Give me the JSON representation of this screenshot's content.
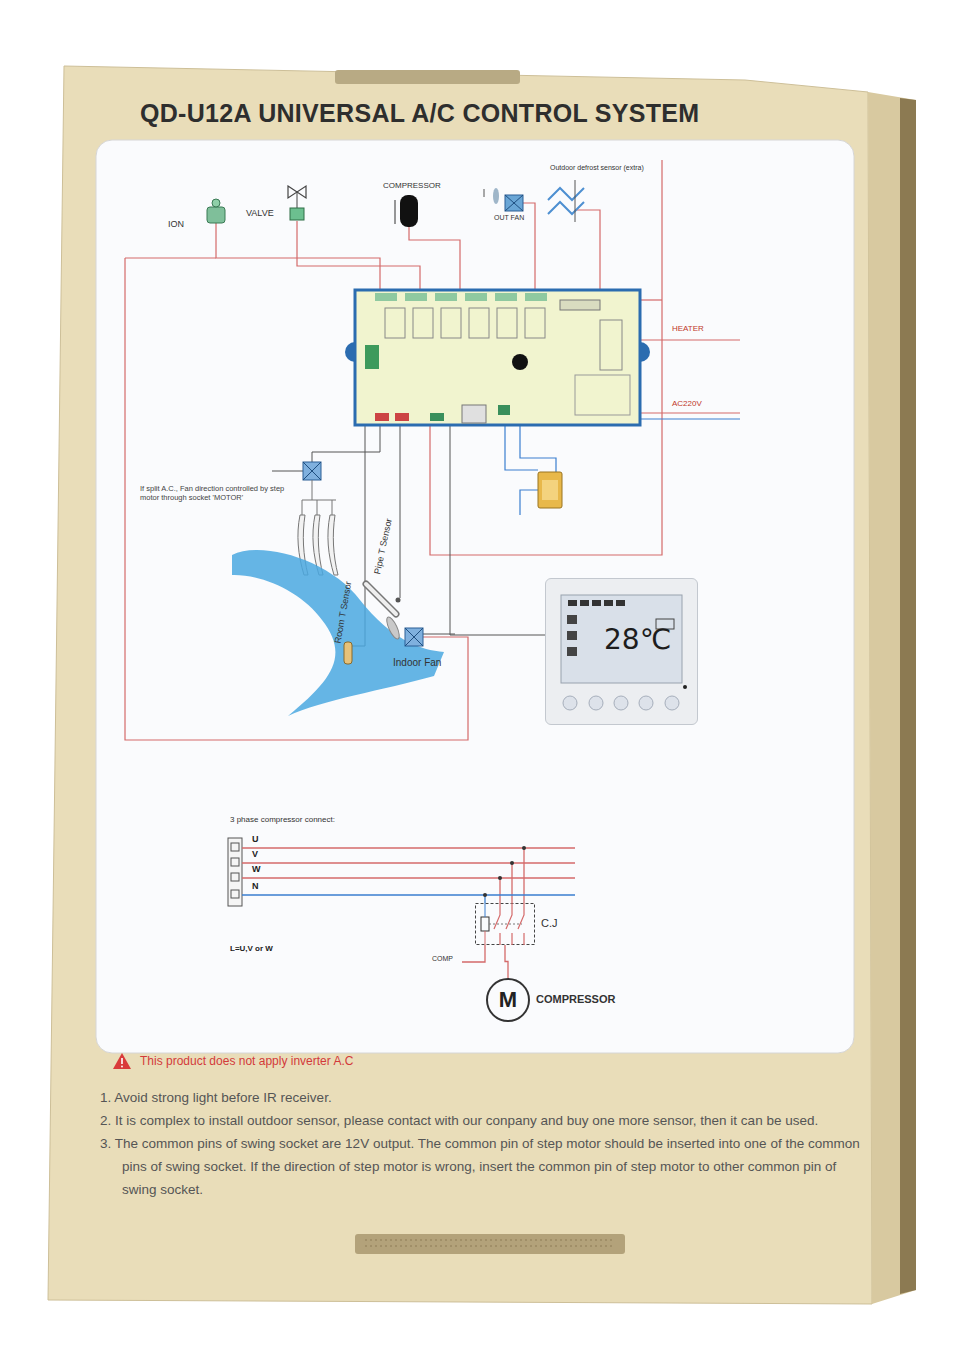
{
  "diagram": {
    "title": "QD-U12A UNIVERSAL A/C CONTROL SYSTEM",
    "nodes": [
      {
        "text": [
          "ION"
        ]
      },
      {
        "text": [
          "VALVE"
        ]
      },
      {
        "text": [
          "COMPRESSOR"
        ]
      },
      {
        "text": [
          "OUT FAN"
        ]
      },
      {
        "text": [
          "Outdoor defrost sensor (extra)"
        ]
      },
      {
        "text": [
          "Pipe T Sensor"
        ]
      },
      {
        "text": [
          "Room T Sensor"
        ]
      },
      {
        "text": [
          "Indoor Fan"
        ]
      },
      {
        "text": [
          "28℃"
        ]
      },
      {
        "text": [
          "C.J"
        ]
      },
      {
        "text": [
          "M",
          "COMPRESSOR"
        ]
      }
    ],
    "edges": [
      {
        "from": 9,
        "to": 10,
        "arrow": "none"
      }
    ],
    "labels": [
      "HEATER",
      "AC220V",
      "If split A.C., Fan direction controlled by step motor through socket 'MOTOR'",
      "3 phase compressor connect:",
      "U",
      "V",
      "W",
      "N",
      "L=U,V or W",
      "COMP",
      "This product does not apply inverter A.C",
      "1. Avoid strong light before IR receiver.",
      "2. It is complex to install outdoor sensor, please contact with our conpany and buy one more sensor, then it can be used.",
      "3. The common pins of swing socket are 12V output. The common pin of step motor should be inserted into one of the common pins of swing socket. If the direction of step motor is wrong, insert the common pin of step motor to other common pin of swing socket."
    ]
  }
}
